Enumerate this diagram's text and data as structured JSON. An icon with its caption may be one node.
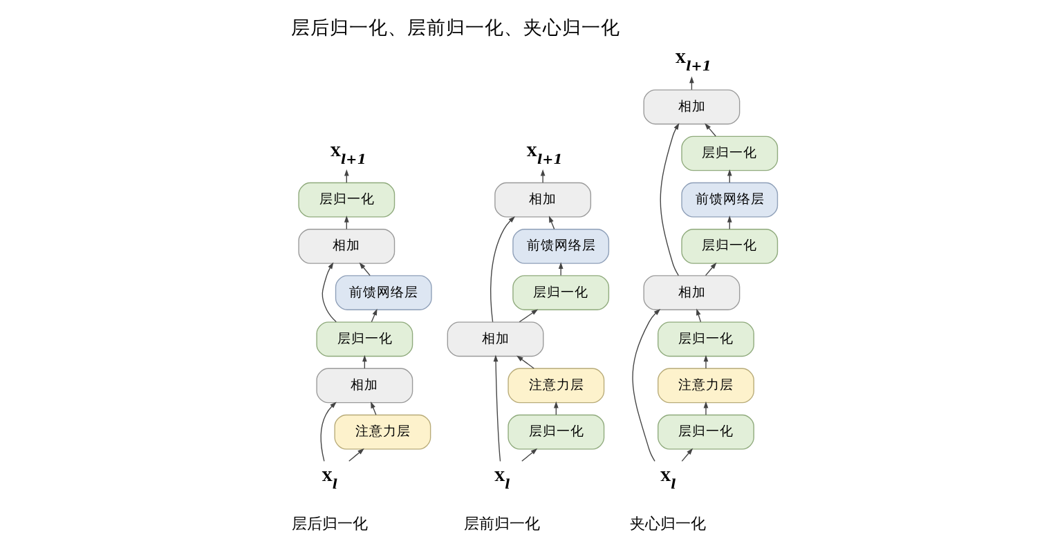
{
  "diagram": {
    "title": "层后归一化、层前归一化、夹心归一化",
    "nodes": [
      {
        "text": [
          "X$_{l+1}$"
        ]
      },
      {
        "text": [
          "层归一化"
        ]
      },
      {
        "text": [
          "相加"
        ]
      },
      {
        "text": [
          "前馈网络层"
        ]
      },
      {
        "text": [
          "层归一化"
        ]
      },
      {
        "text": [
          "相加"
        ]
      },
      {
        "text": [
          "注意力层"
        ]
      },
      {
        "text": [
          "X$_{l}$"
        ]
      },
      {
        "text": [
          "X$_{l+1}$"
        ]
      },
      {
        "text": [
          "相加"
        ]
      },
      {
        "text": [
          "前馈网络层"
        ]
      },
      {
        "text": [
          "层归一化"
        ]
      },
      {
        "text": [
          "相加"
        ]
      },
      {
        "text": [
          "注意力层"
        ]
      },
      {
        "text": [
          "层归一化"
        ]
      },
      {
        "text": [
          "X$_{l}$"
        ]
      },
      {
        "text": [
          "X$_{l+1}$"
        ]
      },
      {
        "text": [
          "相加"
        ]
      },
      {
        "text": [
          "层归一化"
        ]
      },
      {
        "text": [
          "前馈网络层"
        ]
      },
      {
        "text": [
          "层归一化"
        ]
      },
      {
        "text": [
          "相加"
        ]
      },
      {
        "text": [
          "层归一化"
        ]
      },
      {
        "text": [
          "注意力层"
        ]
      },
      {
        "text": [
          "层归一化"
        ]
      },
      {
        "text": [
          "X$_{l}$"
        ]
      }
    ],
    "edges": [
      {
        "from": 7,
        "to": 5,
        "arrow": "to"
      },
      {
        "from": 7,
        "to": 6,
        "arrow": "to"
      },
      {
        "from": 6,
        "to": 5,
        "arrow": "to"
      },
      {
        "from": 5,
        "to": 4,
        "arrow": "to"
      },
      {
        "from": 4,
        "to": 2,
        "arrow": "to"
      },
      {
        "from": 4,
        "to": 3,
        "arrow": "to"
      },
      {
        "from": 3,
        "to": 2,
        "arrow": "to"
      },
      {
        "from": 2,
        "to": 1,
        "arrow": "to"
      },
      {
        "from": 1,
        "to": 0,
        "arrow": "to"
      },
      {
        "from": 15,
        "to": 12,
        "arrow": "to"
      },
      {
        "from": 15,
        "to": 14,
        "arrow": "to"
      },
      {
        "from": 14,
        "to": 13,
        "arrow": "to"
      },
      {
        "from": 13,
        "to": 12,
        "arrow": "to"
      },
      {
        "from": 12,
        "to": 9,
        "arrow": "to"
      },
      {
        "from": 12,
        "to": 11,
        "arrow": "to"
      },
      {
        "from": 11,
        "to": 10,
        "arrow": "to"
      },
      {
        "from": 10,
        "to": 9,
        "arrow": "to"
      },
      {
        "from": 9,
        "to": 8,
        "arrow": "to"
      },
      {
        "from": 25,
        "to": 21,
        "arrow": "to"
      },
      {
        "from": 25,
        "to": 24,
        "arrow": "to"
      },
      {
        "from": 24,
        "to": 23,
        "arrow": "to"
      },
      {
        "from": 23,
        "to": 22,
        "arrow": "to"
      },
      {
        "from": 22,
        "to": 21,
        "arrow": "to"
      },
      {
        "from": 21,
        "to": 17,
        "arrow": "to"
      },
      {
        "from": 21,
        "to": 20,
        "arrow": "to"
      },
      {
        "from": 20,
        "to": 19,
        "arrow": "to"
      },
      {
        "from": 19,
        "to": 18,
        "arrow": "to"
      },
      {
        "from": 18,
        "to": 17,
        "arrow": "to"
      },
      {
        "from": 17,
        "to": 16,
        "arrow": "to"
      }
    ],
    "labels": [
      "层后归一化",
      "层前归一化",
      "夹心归一化"
    ]
  }
}
